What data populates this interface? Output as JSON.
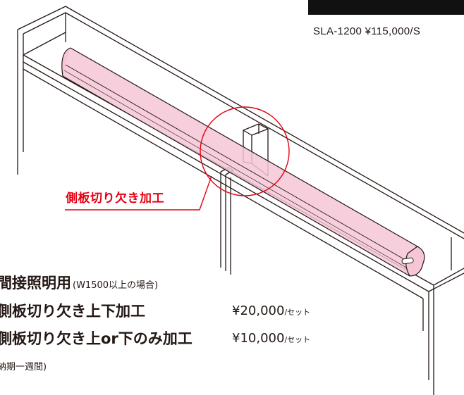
{
  "header": {
    "model_price": "SLA-1200 ¥115,000/S"
  },
  "callout": {
    "label": "側板切り欠き加工"
  },
  "spec": {
    "heading": "間接照明用",
    "heading_note": "(W1500以上の場合)",
    "option1_label": "側板切り欠き上下加工",
    "option1_price": "¥20,000",
    "option1_unit": "/セット",
    "option2_label": "側板切り欠き上or下のみ加工",
    "option2_price": "¥10,000",
    "option2_unit": "/セット",
    "lead_time_note": "納期一週間)"
  },
  "colors": {
    "accent_red": "#e50012",
    "light_fill": "#f6c6d6",
    "line": "#231815"
  }
}
